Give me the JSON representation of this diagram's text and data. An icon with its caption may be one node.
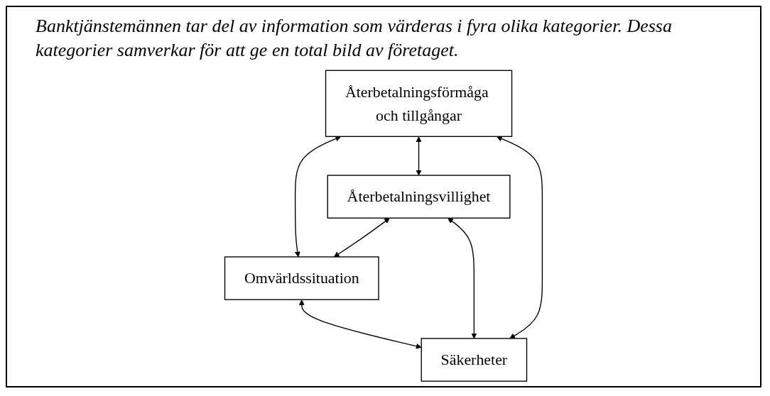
{
  "diagram": {
    "title": "Banktjänstemännen tar del av information som värderas i fyra olika kategorier. Dessa kategorier samverkar för att ge en total bild av företaget.",
    "nodes": [
      {
        "text": [
          "Återbetalningsförmåga och tillgångar"
        ]
      },
      {
        "text": [
          "Återbetalningsvillighet"
        ]
      },
      {
        "text": [
          "Omvärldssituation"
        ]
      },
      {
        "text": [
          "Säkerheter"
        ]
      }
    ],
    "edges": [
      {
        "from": 0,
        "to": 2,
        "arrow": "both"
      },
      {
        "from": 0,
        "to": 1,
        "arrow": "both"
      },
      {
        "from": 0,
        "to": 3,
        "arrow": "both"
      },
      {
        "from": 1,
        "to": 2,
        "arrow": "both"
      },
      {
        "from": 1,
        "to": 3,
        "arrow": "both"
      },
      {
        "from": 2,
        "to": 3,
        "arrow": "both"
      }
    ]
  }
}
